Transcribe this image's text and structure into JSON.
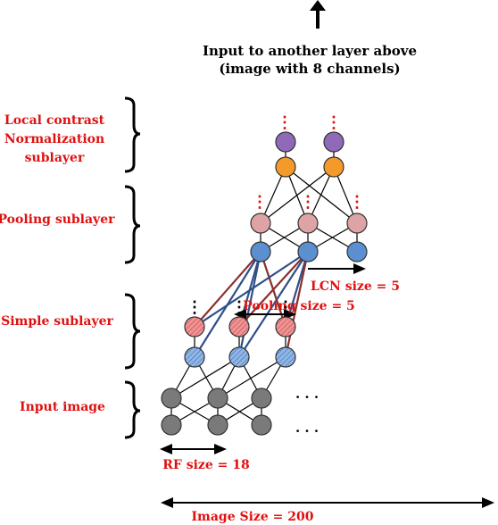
{
  "header": {
    "line1": "Input to another layer above",
    "line2": "(image with 8 channels)"
  },
  "sublayers": {
    "lcn_line1": "Local contrast",
    "lcn_line2": "Normalization",
    "lcn_line3": "sublayer",
    "pooling": "Pooling sublayer",
    "simple": "Simple sublayer",
    "input": "Input image"
  },
  "measures": {
    "lcn_size": "LCN size = 5",
    "pooling_size": "Pooling size = 5",
    "rf_size": "RF size = 18",
    "image_size": "Image Size = 200"
  },
  "ellipsis": {
    "vertical": "⋮",
    "horizontal": ". . ."
  },
  "colors": {
    "lcn_top": "#8e6ab8",
    "lcn_bottom": "#f39a2a",
    "pool_top": "#dda3a5",
    "pool_bottom": "#5b8fd0",
    "simple_top": "#e98d90",
    "simple_bottom": "#7fa9dd",
    "input": "#7a7a7a",
    "label_red": "#e01010"
  }
}
